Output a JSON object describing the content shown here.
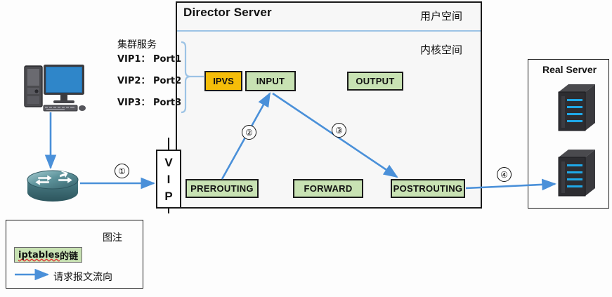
{
  "diagram": {
    "title": "LVS Director Server packet flow diagram",
    "colors": {
      "ipvs_fill": "#f5bd09",
      "chain_fill": "#c8e2b3",
      "arrow_blue": "#4a90d9",
      "divider_blue": "#9cc3e5",
      "border_black": "#1a1a1a"
    }
  },
  "director": {
    "title": "Director Server",
    "user_space_label": "用户空间",
    "kernel_space_label": "内核空间"
  },
  "cluster_service": {
    "title": "集群服务",
    "entries": [
      "VIP1： Port1",
      "VIP2： Port2",
      "VIP3： Port3"
    ]
  },
  "vip_box": {
    "letters": [
      "V",
      "I",
      "P"
    ]
  },
  "boxes": {
    "ipvs": "IPVS",
    "input": "INPUT",
    "output": "OUTPUT",
    "prerouting": "PREROUTING",
    "forward": "FORWARD",
    "postrouting": "POSTROUTING"
  },
  "flow_numbers": {
    "one": "①",
    "two": "②",
    "three": "③",
    "four": "④"
  },
  "real_server": {
    "title": "Real Server",
    "count": 2
  },
  "legend": {
    "title": "图注",
    "chain_label_mono": "iptables",
    "chain_label_rest": "的链",
    "flow_label": "请求报文流向"
  },
  "nodes": {
    "client_icon": "desktop-computer-icon",
    "router_icon": "router-icon",
    "server_icon": "server-tower-icon"
  }
}
